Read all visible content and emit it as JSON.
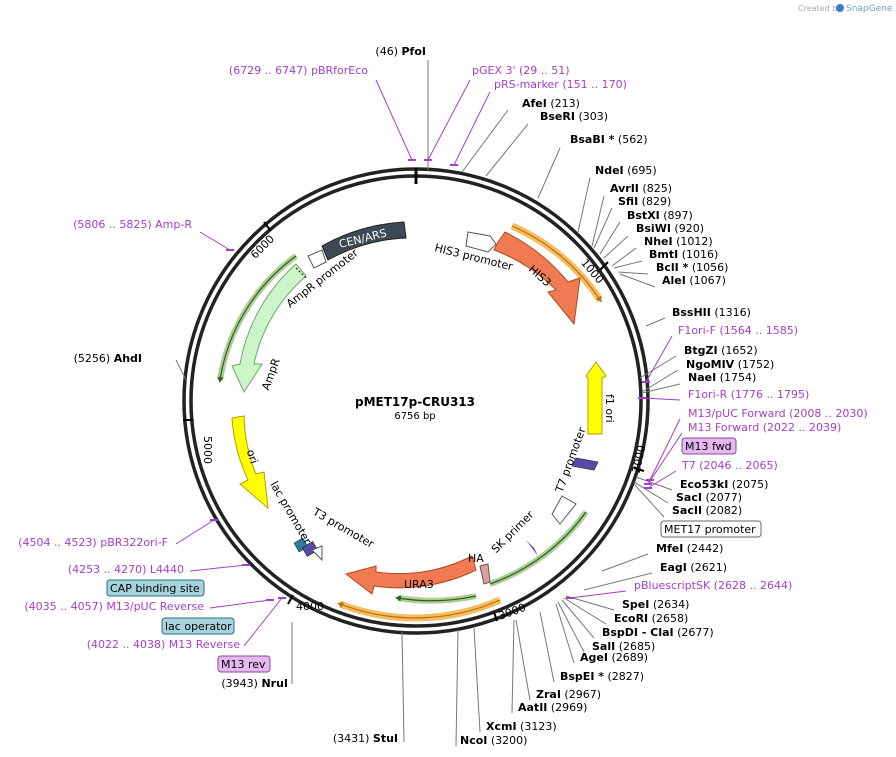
{
  "watermark": {
    "created_by": "Created by",
    "brand": "SnapGene"
  },
  "plasmid": {
    "name": "pMET17p-CRU313",
    "length_label": "6756 bp",
    "length": 6756
  },
  "ticks": [
    "1000",
    "2000",
    "3000",
    "4000",
    "5000",
    "6000"
  ],
  "enzymes": [
    {
      "name": "PfoI",
      "pos": "(46)",
      "side": "left"
    },
    {
      "name": "AfeI",
      "pos": "(213)",
      "side": "right"
    },
    {
      "name": "BseRI",
      "pos": "(303)",
      "side": "right"
    },
    {
      "name": "BsaBI *",
      "pos": "(562)",
      "side": "right"
    },
    {
      "name": "NdeI",
      "pos": "(695)",
      "side": "right"
    },
    {
      "name": "AvrII",
      "pos": "(825)",
      "side": "right"
    },
    {
      "name": "SfiI",
      "pos": "(829)",
      "side": "right"
    },
    {
      "name": "BstXI",
      "pos": "(897)",
      "side": "right"
    },
    {
      "name": "BsiWI",
      "pos": "(920)",
      "side": "right"
    },
    {
      "name": "NheI",
      "pos": "(1012)",
      "side": "right"
    },
    {
      "name": "BmtI",
      "pos": "(1016)",
      "side": "right"
    },
    {
      "name": "BclI *",
      "pos": "(1056)",
      "side": "right"
    },
    {
      "name": "AleI",
      "pos": "(1067)",
      "side": "right"
    },
    {
      "name": "BssHII",
      "pos": "(1316)",
      "side": "right"
    },
    {
      "name": "BtgZI",
      "pos": "(1652)",
      "side": "right"
    },
    {
      "name": "NgoMIV",
      "pos": "(1752)",
      "side": "right"
    },
    {
      "name": "NaeI",
      "pos": "(1754)",
      "side": "right"
    },
    {
      "name": "Eco53kI",
      "pos": "(2075)",
      "side": "right"
    },
    {
      "name": "SacI",
      "pos": "(2077)",
      "side": "right"
    },
    {
      "name": "SacII",
      "pos": "(2082)",
      "side": "right"
    },
    {
      "name": "MfeI",
      "pos": "(2442)",
      "side": "right"
    },
    {
      "name": "EagI",
      "pos": "(2621)",
      "side": "right"
    },
    {
      "name": "SpeI",
      "pos": "(2634)",
      "side": "right"
    },
    {
      "name": "EcoRI",
      "pos": "(2658)",
      "side": "right"
    },
    {
      "name": "BspDI - ClaI",
      "pos": "(2677)",
      "side": "right"
    },
    {
      "name": "SalI",
      "pos": "(2685)",
      "side": "right"
    },
    {
      "name": "AgeI",
      "pos": "(2689)",
      "side": "right"
    },
    {
      "name": "BspEI *",
      "pos": "(2827)",
      "side": "right"
    },
    {
      "name": "ZraI",
      "pos": "(2967)",
      "side": "right"
    },
    {
      "name": "AatII",
      "pos": "(2969)",
      "side": "right"
    },
    {
      "name": "XcmI",
      "pos": "(3123)",
      "side": "right"
    },
    {
      "name": "NcoI",
      "pos": "(3200)",
      "side": "right"
    },
    {
      "name": "StuI",
      "pos": "(3431)",
      "side": "left"
    },
    {
      "name": "NruI",
      "pos": "(3943)",
      "side": "left"
    },
    {
      "name": "AhdI",
      "pos": "(5256)",
      "side": "left"
    }
  ],
  "primers": [
    {
      "name": "pBRforEco",
      "range": "(6729 .. 6747)"
    },
    {
      "name": "pGEX 3'",
      "range": "(29 .. 51)"
    },
    {
      "name": "pRS-marker",
      "range": "(151 .. 170)"
    },
    {
      "name": "Amp-R",
      "range": "(5806 .. 5825)"
    },
    {
      "name": "F1ori-F",
      "range": "(1564 .. 1585)"
    },
    {
      "name": "F1ori-R",
      "range": "(1776 .. 1795)"
    },
    {
      "name": "M13/pUC Forward",
      "range": "(2008 .. 2030)"
    },
    {
      "name": "M13 Forward",
      "range": "(2022 .. 2039)"
    },
    {
      "name": "T7",
      "range": "(2046 .. 2065)"
    },
    {
      "name": "pBluescriptSK",
      "range": "(2628 .. 2644)"
    },
    {
      "name": "pBR322ori-F",
      "range": "(4504 .. 4523)"
    },
    {
      "name": "L4440",
      "range": "(4253 .. 4270)"
    },
    {
      "name": "M13/pUC Reverse",
      "range": "(4035 .. 4057)"
    },
    {
      "name": "M13 Reverse",
      "range": "(4022 .. 4038)"
    }
  ],
  "boxed_labels": {
    "m13_fwd": "M13 fwd",
    "met17_promoter": "MET17 promoter",
    "cap_binding_site": "CAP binding site",
    "lac_operator": "lac operator",
    "m13_rev": "M13 rev"
  },
  "features": {
    "cen_ars": "CEN/ARS",
    "his3": "HIS3",
    "his3_promoter": "HIS3 promoter",
    "ampr": "AmpR",
    "ampr_promoter": "AmpR promoter",
    "ori": "ori",
    "f1_ori": "f1 ori",
    "t7_promoter": "T7 promoter",
    "sk_primer": "SK primer",
    "ha": "HA",
    "ura3": "URA3",
    "lac_promoter": "lac promoter",
    "t3_promoter": "T3 promoter"
  },
  "colors": {
    "enzyme_line": "#777777",
    "primer": "#a53fc6",
    "his3": "#f07a51",
    "ura3": "#f07a51",
    "ampr": "#ccf5c9",
    "ori": "#ffff00",
    "cen_ars": "#3d4a55",
    "box_purple": "#e6b8f0",
    "box_blue": "#a6d3dc",
    "orf_orange": "#f5b041",
    "orf_green": "#5c9c2e"
  }
}
